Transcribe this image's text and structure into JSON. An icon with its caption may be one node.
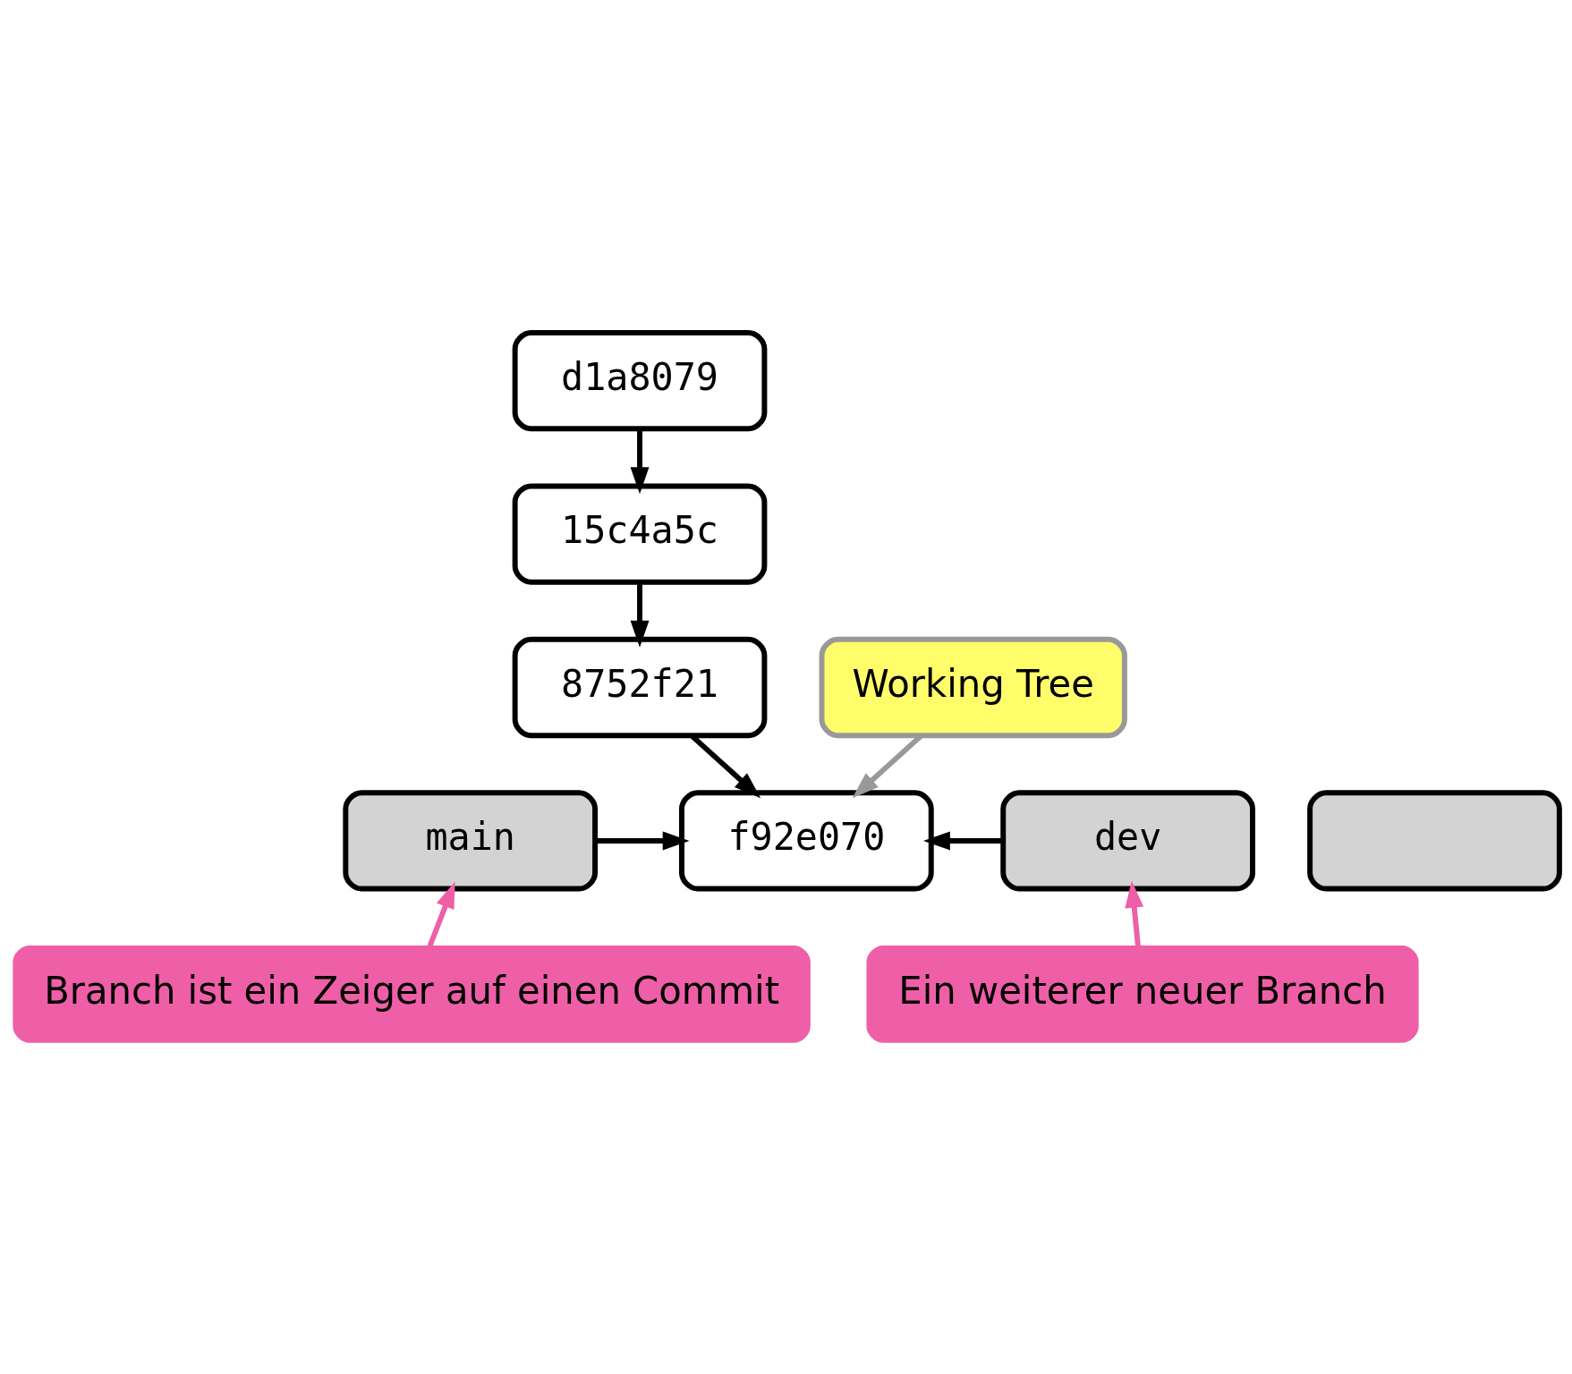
{
  "diagram": {
    "nodes": [
      {
        "text": [
          "d1a8079"
        ]
      },
      {
        "text": [
          "15c4a5c"
        ]
      },
      {
        "text": [
          "8752f21"
        ]
      },
      {
        "text": [
          "Working Tree"
        ]
      },
      {
        "text": [
          "main"
        ]
      },
      {
        "text": [
          "f92e070"
        ]
      },
      {
        "text": [
          "dev"
        ]
      },
      {
        "text": [],
        "shape": "box"
      },
      {
        "text": [
          "Branch ist ein Zeiger auf einen Commit"
        ]
      },
      {
        "text": [
          "Ein weiterer neuer Branch"
        ]
      }
    ],
    "edges": [
      {
        "from": 0,
        "to": 1,
        "arrow": "to"
      },
      {
        "from": 1,
        "to": 2,
        "arrow": "to"
      },
      {
        "from": 2,
        "to": 5,
        "arrow": "to"
      },
      {
        "from": 3,
        "to": 5,
        "arrow": "to",
        "color": "#999999"
      },
      {
        "from": 4,
        "to": 5,
        "arrow": "to"
      },
      {
        "from": 6,
        "to": 5,
        "arrow": "to"
      },
      {
        "from": 8,
        "to": 4,
        "arrow": "to",
        "color": "#ee5fa7"
      },
      {
        "from": 9,
        "to": 6,
        "arrow": "to",
        "color": "#ee5fa7"
      }
    ]
  }
}
